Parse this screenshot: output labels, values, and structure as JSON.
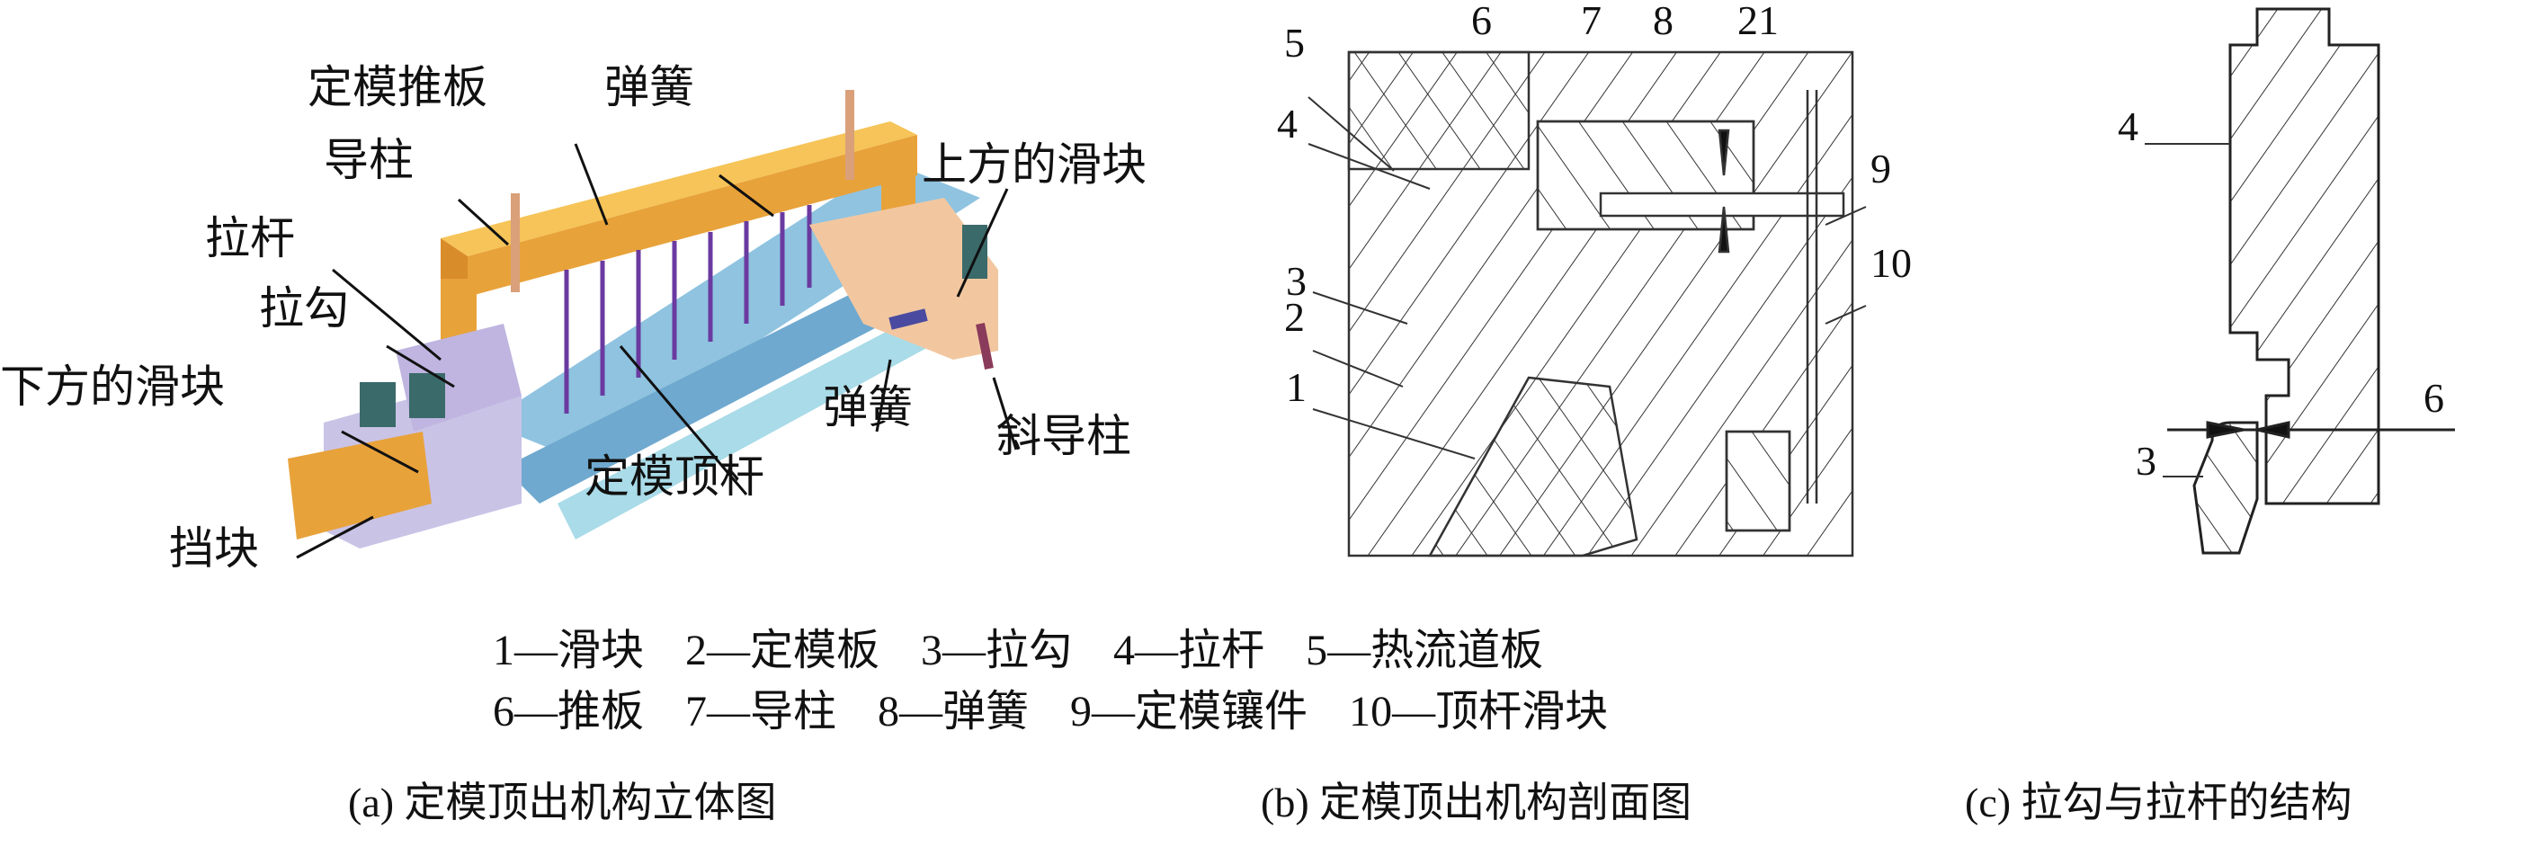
{
  "panel_a": {
    "labels": {
      "fixed_push_plate": "定模推板",
      "spring_top": "弹簧",
      "guide_pillar": "导柱",
      "pull_rod": "拉杆",
      "pull_hook": "拉勾",
      "lower_slider": "下方的滑块",
      "stop_block": "挡块",
      "fixed_ejector_pin": "定模顶杆",
      "spring_bottom": "弹簧",
      "angle_pin": "斜导柱",
      "upper_slider": "上方的滑块"
    },
    "caption": "(a) 定模顶出机构立体图"
  },
  "panel_b": {
    "numbers": [
      "5",
      "6",
      "7",
      "8",
      "21",
      "4",
      "9",
      "3",
      "10",
      "2",
      "1"
    ],
    "caption": "(b) 定模顶出机构剖面图"
  },
  "panel_c": {
    "numbers": [
      "4",
      "6",
      "3"
    ],
    "caption": "(c) 拉勾与拉杆的结构"
  },
  "legend": {
    "row1": [
      "1—滑块",
      "2—定模板",
      "3—拉勾",
      "4—拉杆",
      "5—热流道板"
    ],
    "row2": [
      "6—推板",
      "7—导柱",
      "8—弹簧",
      "9—定模镶件",
      "10—顶杆滑块"
    ]
  },
  "colors": {
    "frame": "#e8a23a",
    "body": "#8fc3e0",
    "rod": "#6a3aa0",
    "base": "#c9c3e6",
    "slider": "#f2c7a0"
  }
}
